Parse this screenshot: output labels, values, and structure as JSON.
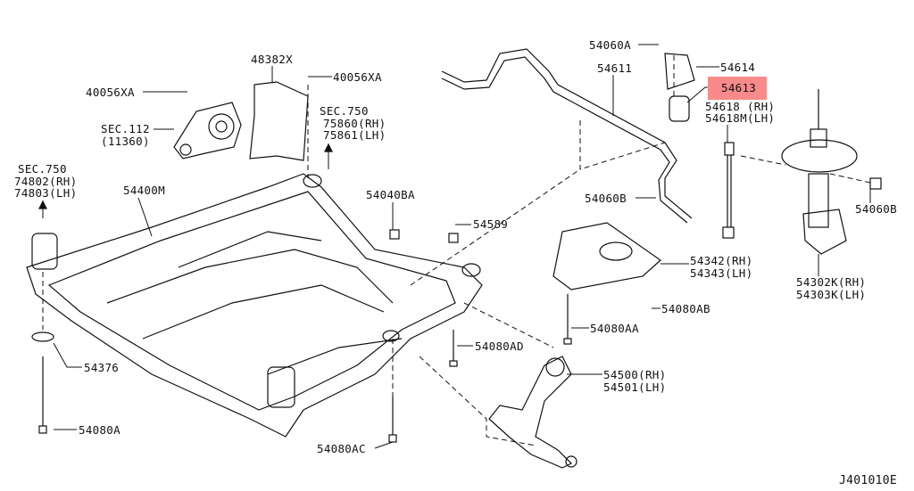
{
  "highlight_color": "#f98a8a",
  "callouts": {
    "c54060A_top": "54060A",
    "c54611": "54611",
    "c54614": "54614",
    "c54613": "54613",
    "c54618_rh": "54618 (RH)",
    "c54618_lh": "54618M(LH)",
    "c40056XA_left": "40056XA",
    "c48382X": "48382X",
    "c40056XA_right": "40056XA",
    "sec112": "SEC.112",
    "sec112_sub": "(11360)",
    "sec750_a": "SEC.750",
    "sec750_a_rh": "75860(RH)",
    "sec750_a_lh": "75861(LH)",
    "sec750_b": "SEC.750",
    "sec750_b_rh": "74802(RH)",
    "sec750_b_lh": "74803(LH)",
    "c54400M": "54400M",
    "c54040BA": "54040BA",
    "c54060B_mid": "54060B",
    "c54060B_right": "54060B",
    "c54589": "54589",
    "c54342": "54342(RH)",
    "c54343": "54343(LH)",
    "c54302K": "54302K(RH)",
    "c54303K": "54303K(LH)",
    "c54080AB": "54080AB",
    "c54080AA": "54080AA",
    "c54080AD": "54080AD",
    "c54376": "54376",
    "c54500": "54500(RH)",
    "c54501": "54501(LH)",
    "c54080A": "54080A",
    "c54080AC": "54080AC"
  },
  "diagram_code": "J401010E"
}
